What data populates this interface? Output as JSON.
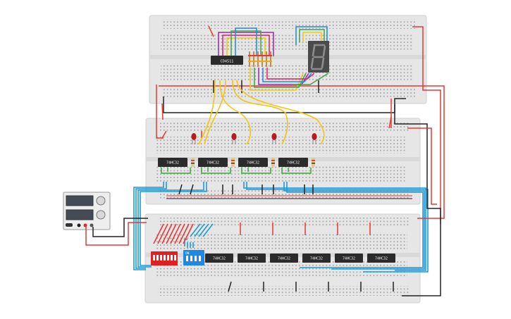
{
  "chips": {
    "decoder": "CD4511",
    "middle": [
      "74HC32",
      "74HC32",
      "74HC32",
      "74HC32"
    ],
    "bottom": [
      "74HC32",
      "74HC32",
      "74HC32",
      "74HC32",
      "74HC32",
      "74HC32"
    ]
  },
  "dip_switches": [
    {
      "color": "#e02020",
      "positions": 8
    },
    {
      "color": "#1e88e5",
      "positions": 4,
      "label": "ON"
    }
  ],
  "display": {
    "type": "seven-segment",
    "digit": "8"
  },
  "power_supply": {
    "displays": 2,
    "knobs": 2
  },
  "colors": {
    "board": "#e8e8e8",
    "wire_red": "#e53935",
    "wire_black": "#222222",
    "wire_blue": "#1e9ad6",
    "wire_yellow": "#f2c515",
    "wire_green": "#3aa83a",
    "led": "#b71c1c"
  }
}
